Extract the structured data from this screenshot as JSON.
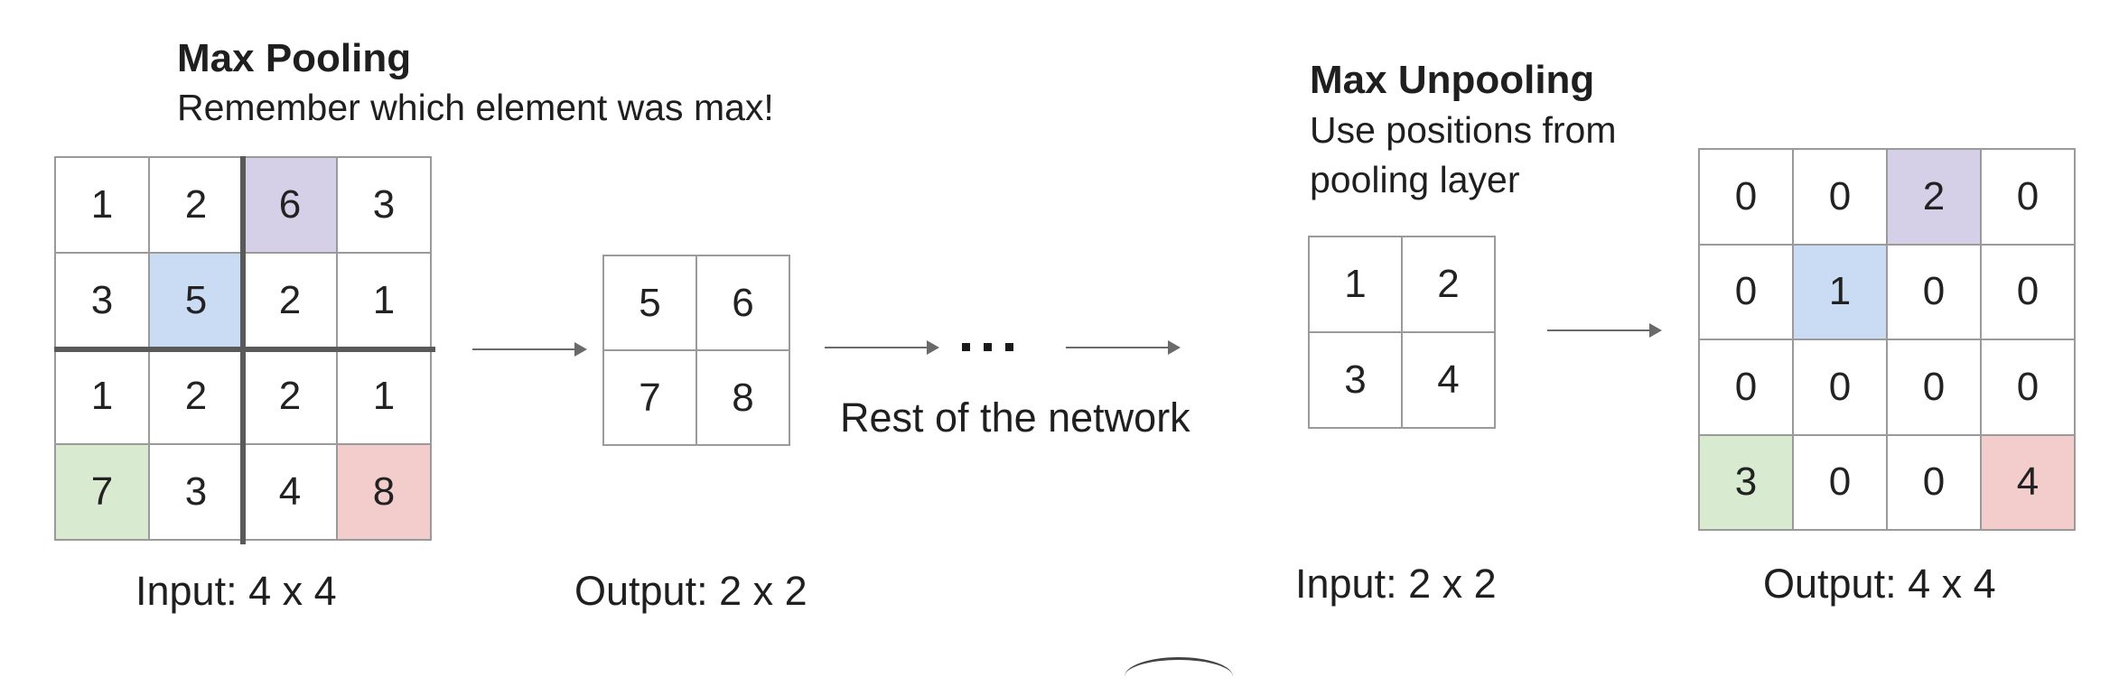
{
  "max_pooling": {
    "title": "Max Pooling",
    "subtitle": "Remember which element was max!",
    "input_grid": [
      [
        "1",
        "2",
        "6",
        "3"
      ],
      [
        "3",
        "5",
        "2",
        "1"
      ],
      [
        "1",
        "2",
        "2",
        "1"
      ],
      [
        "7",
        "3",
        "4",
        "8"
      ]
    ],
    "input_label": "Input: 4 x 4",
    "output_grid": [
      [
        "5",
        "6"
      ],
      [
        "7",
        "8"
      ]
    ],
    "output_label": "Output: 2 x 2"
  },
  "network": {
    "ellipsis": "...",
    "label": "Rest of the network"
  },
  "max_unpooling": {
    "title": "Max Unpooling",
    "subtitle_line1": "Use positions from",
    "subtitle_line2": "pooling layer",
    "input_grid": [
      [
        "1",
        "2"
      ],
      [
        "3",
        "4"
      ]
    ],
    "input_label": "Input: 2 x 2",
    "output_grid": [
      [
        "0",
        "0",
        "2",
        "0"
      ],
      [
        "0",
        "1",
        "0",
        "0"
      ],
      [
        "0",
        "0",
        "0",
        "0"
      ],
      [
        "3",
        "0",
        "0",
        "4"
      ]
    ],
    "output_label": "Output: 4 x 4"
  },
  "highlight_colors": {
    "purple": "#d5d0e8",
    "blue": "#c9dcf4",
    "green": "#d8ead0",
    "red": "#f3cccc"
  }
}
